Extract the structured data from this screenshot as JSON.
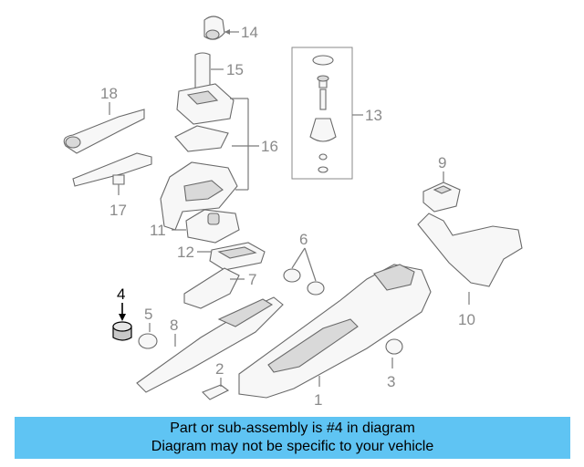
{
  "callouts": {
    "c1": "1",
    "c2": "2",
    "c3": "3",
    "c4": "4",
    "c5": "5",
    "c6": "6",
    "c7": "7",
    "c8": "8",
    "c9": "9",
    "c10": "10",
    "c11": "11",
    "c12": "12",
    "c13": "13",
    "c14": "14",
    "c15": "15",
    "c16": "16",
    "c17": "17",
    "c18": "18"
  },
  "highlighted_part": "4",
  "banner": {
    "line1": "Part or sub-assembly is #4 in diagram",
    "line2": "Diagram may not be specific to your vehicle",
    "color": "#5fc4f3"
  }
}
